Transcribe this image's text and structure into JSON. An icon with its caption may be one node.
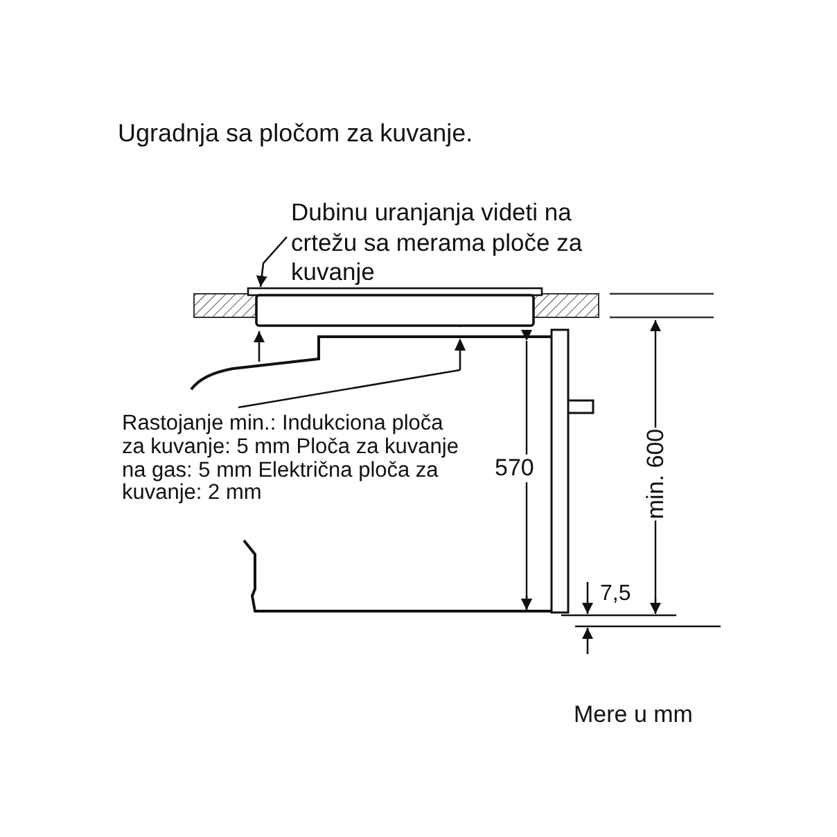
{
  "diagram": {
    "title": "Ugradnja sa pločom za kuvanje.",
    "nodes": [
      {
        "text": [
          "Dubinu uranjanja videti na crtežu sa merama ploče za kuvanje"
        ]
      },
      {
        "text": [],
        "shape": "box"
      },
      {
        "text": [
          "Rastojanje min.: Indukciona ploča za kuvanje: 5 mm Ploča za kuvanje na gas: 5 mm Električna ploča za kuvanje: 2 mm"
        ]
      },
      {
        "text": [],
        "shape": "arrow"
      }
    ],
    "edges": [
      {
        "from": 0,
        "to": 1,
        "arrow": "to"
      },
      {
        "from": 2,
        "to": 3,
        "arrow": "none"
      }
    ],
    "labels": [
      "570",
      "min. 600",
      "7,5",
      "Mere u mm"
    ]
  }
}
